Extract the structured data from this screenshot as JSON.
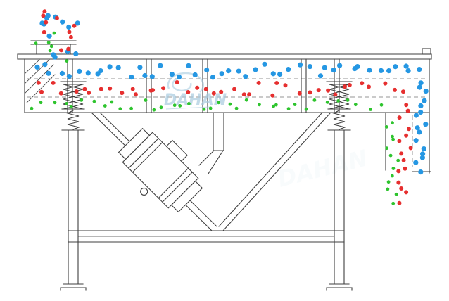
{
  "watermark": {
    "brand": "DAHAN"
  },
  "colors": {
    "structure": "#3f3f3f",
    "dashed": "#949494",
    "blue": "#2597e3",
    "red": "#e62f2f",
    "green": "#2ec42e",
    "watermark": "#a9cbdf"
  },
  "particles": {
    "seed": 20,
    "zones": [
      {
        "name": "feed-blue",
        "color": "blue",
        "count": 13,
        "x": [
          54,
          112
        ],
        "y": [
          10,
          84
        ],
        "r": 3.6
      },
      {
        "name": "feed-red",
        "color": "red",
        "count": 10,
        "x": [
          52,
          108
        ],
        "y": [
          16,
          84
        ],
        "r": 3.0
      },
      {
        "name": "feed-green",
        "color": "green",
        "count": 6,
        "x": [
          50,
          100
        ],
        "y": [
          34,
          88
        ],
        "r": 2.4
      },
      {
        "name": "deck-top-blue",
        "color": "blue",
        "count": 46,
        "x": [
          44,
          604
        ],
        "y": [
          90,
          110
        ],
        "r": 3.6,
        "axis": "x"
      },
      {
        "name": "deck-mid-red",
        "color": "red",
        "count": 40,
        "x": [
          44,
          576
        ],
        "y": [
          116,
          136
        ],
        "r": 3.0,
        "axis": "x"
      },
      {
        "name": "deck-bottom-green",
        "color": "green",
        "count": 36,
        "x": [
          42,
          544
        ],
        "y": [
          142,
          157
        ],
        "r": 2.4,
        "axis": "x"
      },
      {
        "name": "discharge-blue",
        "color": "blue",
        "count": 16,
        "x": [
          589,
          607
        ],
        "y": [
          112,
          246
        ],
        "r": 3.6,
        "axis": "y"
      },
      {
        "name": "discharge-red",
        "color": "red",
        "count": 15,
        "x": [
          566,
          585
        ],
        "y": [
          148,
          290
        ],
        "r": 3.0,
        "axis": "y"
      },
      {
        "name": "discharge-green",
        "color": "green",
        "count": 13,
        "x": [
          547,
          566
        ],
        "y": [
          166,
          296
        ],
        "r": 2.4,
        "axis": "y"
      }
    ]
  }
}
